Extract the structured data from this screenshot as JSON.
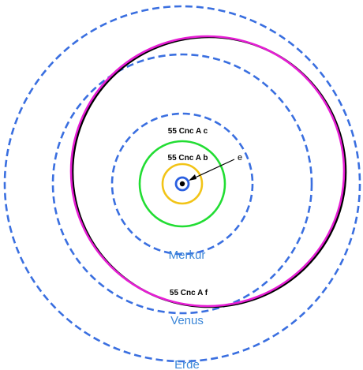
{
  "colors": {
    "background": "#ffffff",
    "solar_orbit": "#3a6fe0",
    "solar_label": "#3a86d8",
    "planet_f": "#e61ed4",
    "planet_c": "#22dd33",
    "planet_b": "#f2c417",
    "planet_e": "#2a5fe0",
    "star": "#000000"
  },
  "planets": {
    "c": {
      "label": "55 Cnc A c"
    },
    "b": {
      "label": "55 Cnc A b"
    },
    "e": {
      "label": "e"
    },
    "f": {
      "label": "55 Cnc A f"
    }
  },
  "solar_orbits": {
    "mercury": {
      "label": "Merkur"
    },
    "venus": {
      "label": "Venus"
    },
    "earth": {
      "label": "Erde"
    }
  }
}
